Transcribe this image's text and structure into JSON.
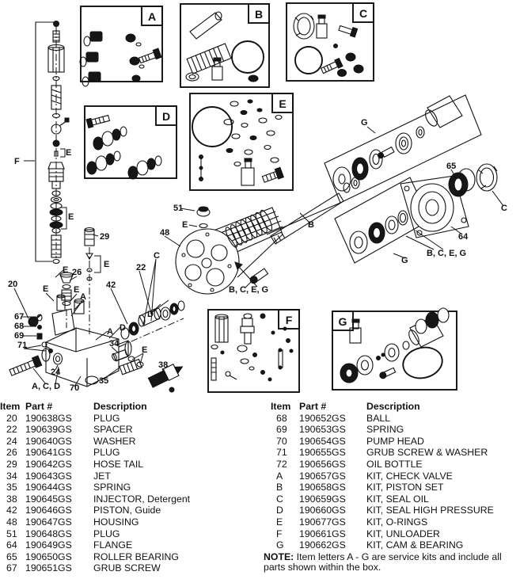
{
  "colors": {
    "ink": "#111111",
    "background": "#ffffff"
  },
  "diagram": {
    "kit_letters": [
      "A",
      "B",
      "C",
      "D",
      "E",
      "F",
      "G"
    ],
    "callouts": [
      "F",
      "E",
      "E",
      "29",
      "E",
      "E",
      "26",
      "20",
      "E",
      "E",
      "A",
      "67",
      "68",
      "69",
      "71",
      "24",
      "A, C, D",
      "70",
      "D",
      "A",
      "D",
      "34",
      "E",
      "35",
      "38",
      "42",
      "22",
      "C",
      "48",
      "51",
      "E",
      "B",
      "B, C, E, G",
      "G",
      "65",
      "C",
      "64",
      "G",
      "B, C, E, G"
    ]
  },
  "tables": {
    "left": {
      "headers": {
        "item": "Item",
        "part": "Part #",
        "description": "Description"
      },
      "rows": [
        {
          "item": "20",
          "part": "190638GS",
          "description": "PLUG"
        },
        {
          "item": "22",
          "part": "190639GS",
          "description": "SPACER"
        },
        {
          "item": "24",
          "part": "190640GS",
          "description": "WASHER"
        },
        {
          "item": "26",
          "part": "190641GS",
          "description": "PLUG"
        },
        {
          "item": "29",
          "part": "190642GS",
          "description": "HOSE TAIL"
        },
        {
          "item": "34",
          "part": "190643GS",
          "description": "JET"
        },
        {
          "item": "35",
          "part": "190644GS",
          "description": "SPRING"
        },
        {
          "item": "38",
          "part": "190645GS",
          "description": "INJECTOR, Detergent"
        },
        {
          "item": "42",
          "part": "190646GS",
          "description": "PISTON, Guide"
        },
        {
          "item": "48",
          "part": "190647GS",
          "description": "HOUSING"
        },
        {
          "item": "51",
          "part": "190648GS",
          "description": "PLUG"
        },
        {
          "item": "64",
          "part": "190649GS",
          "description": "FLANGE"
        },
        {
          "item": "65",
          "part": "190650GS",
          "description": "ROLLER BEARING"
        },
        {
          "item": "67",
          "part": "190651GS",
          "description": "GRUB SCREW"
        }
      ]
    },
    "right": {
      "headers": {
        "item": "Item",
        "part": "Part #",
        "description": "Description"
      },
      "rows": [
        {
          "item": "68",
          "part": "190652GS",
          "description": "BALL"
        },
        {
          "item": "69",
          "part": "190653GS",
          "description": "SPRING"
        },
        {
          "item": "70",
          "part": "190654GS",
          "description": "PUMP HEAD"
        },
        {
          "item": "71",
          "part": "190655GS",
          "description": "GRUB SCREW & WASHER"
        },
        {
          "item": "72",
          "part": "190656GS",
          "description": "OIL BOTTLE"
        },
        {
          "item": "A",
          "part": "190657GS",
          "description": "KIT, CHECK VALVE"
        },
        {
          "item": "B",
          "part": "190658GS",
          "description": "KIT, PISTON SET"
        },
        {
          "item": "C",
          "part": "190659GS",
          "description": "KIT, SEAL OIL"
        },
        {
          "item": "D",
          "part": "190660GS",
          "description": "KIT, SEAL HIGH PRESSURE"
        },
        {
          "item": "E",
          "part": "190677GS",
          "description": "KIT, O-RINGS"
        },
        {
          "item": "F",
          "part": "190661GS",
          "description": "KIT, UNLOADER"
        },
        {
          "item": "G",
          "part": "190662GS",
          "description": "KIT, CAM & BEARING"
        }
      ]
    },
    "note": {
      "label": "NOTE:",
      "text": " Item letters A - G are service kits and include all parts shown within the box."
    }
  }
}
